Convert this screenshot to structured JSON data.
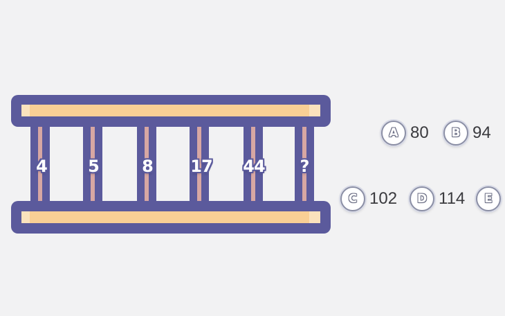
{
  "puzzle": {
    "sequence": [
      "4",
      "5",
      "8",
      "17",
      "44",
      "?"
    ]
  },
  "options": [
    {
      "letter": "A",
      "value": "80"
    },
    {
      "letter": "B",
      "value": "94"
    },
    {
      "letter": "C",
      "value": "102"
    },
    {
      "letter": "D",
      "value": "114"
    },
    {
      "letter": "E",
      "value": ""
    }
  ],
  "colors": {
    "frame": "#5b5a9c",
    "rail_fill": "#f9cf95",
    "rung_stripe": "#d7a7a3",
    "background": "#f2f2f3"
  }
}
